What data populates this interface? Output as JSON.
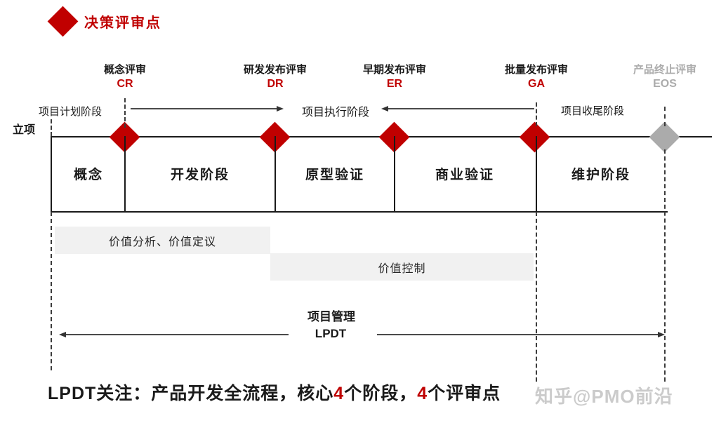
{
  "colors": {
    "accent_red": "#C00000",
    "inactive_gray": "#ABABAB",
    "bar_bg": "#F1F1F1",
    "watermark_gray": "#CBCBCB"
  },
  "legend": {
    "label": "决策评审点"
  },
  "start_milestone": {
    "label": "立项"
  },
  "reviews": [
    {
      "name": "概念评审",
      "code": "CR"
    },
    {
      "name": "研发发布评审",
      "code": "DR"
    },
    {
      "name": "早期发布评审",
      "code": "ER"
    },
    {
      "name": "批量发布评审",
      "code": "GA"
    },
    {
      "name": "产品终止评审",
      "code": "EOS"
    }
  ],
  "project_spans": {
    "plan": "项目计划阶段",
    "exec": "项目执行阶段",
    "close": "项目收尾阶段"
  },
  "phases": [
    {
      "label": "概念"
    },
    {
      "label": "开发阶段"
    },
    {
      "label": "原型验证"
    },
    {
      "label": "商业验证"
    },
    {
      "label": "维护阶段"
    }
  ],
  "value_bars": [
    {
      "label": "价值分析、价值定议"
    },
    {
      "label": "价值控制"
    }
  ],
  "management": {
    "title": "项目管理",
    "team": "LPDT"
  },
  "footer": {
    "segments": [
      "LPDT关注：产品开发全流程，核心",
      "4",
      "个阶段，",
      "4",
      "个评审点"
    ]
  },
  "watermark": {
    "text": "知乎@PMO前沿"
  }
}
